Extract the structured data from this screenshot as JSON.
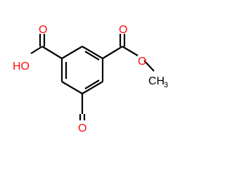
{
  "molecule": {
    "atoms": {
      "carbonyl_o_left": "O",
      "hydroxyl": "HO",
      "carbonyl_o_right": "O",
      "ester_o": "O",
      "methyl": "CH",
      "methyl_subscript": "3",
      "aldehyde_o": "O"
    }
  },
  "colors": {
    "oxygen": "#ff0d0d",
    "bond": "#000000",
    "background": "#ffffff"
  }
}
